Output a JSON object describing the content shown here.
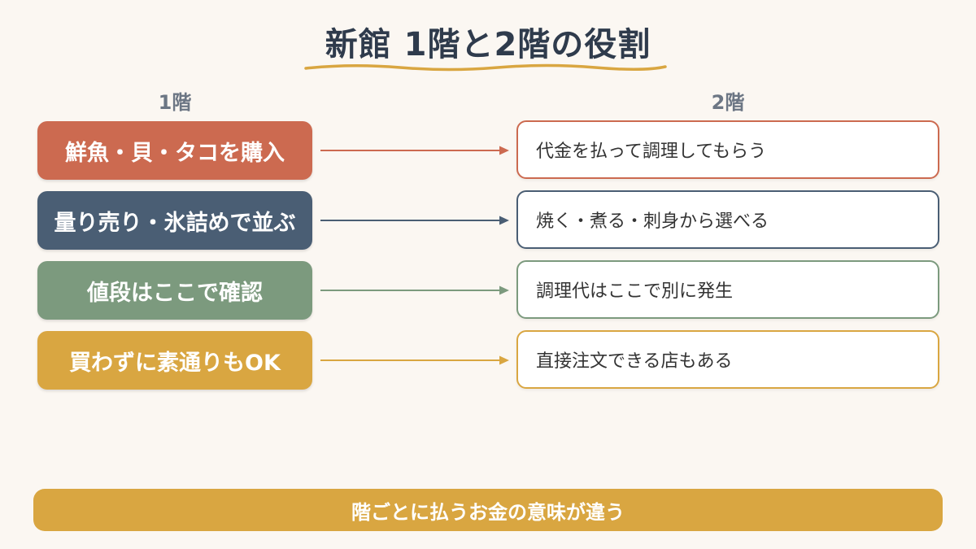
{
  "title": "新館 1階と2階の役割",
  "columns": {
    "left": "1階",
    "right": "2階"
  },
  "rows": [
    {
      "left": "鮮魚・貝・タコを購入",
      "right": "代金を払って調理してもらう",
      "color": "#cc6a50"
    },
    {
      "left": "量り売り・氷詰めで並ぶ",
      "right": "焼く・煮る・刺身から選べる",
      "color": "#4a5e74"
    },
    {
      "left": "値段はここで確認",
      "right": "調理代はここで別に発生",
      "color": "#7c9a7e"
    },
    {
      "left": "買わずに素通りもOK",
      "right": "直接注文できる店もある",
      "color": "#d9a641"
    }
  ],
  "footer": "階ごとに払うお金の意味が違う",
  "colors": {
    "title": "#2f3b4c",
    "accent": "#d9a641",
    "background": "#fbf7f2"
  }
}
